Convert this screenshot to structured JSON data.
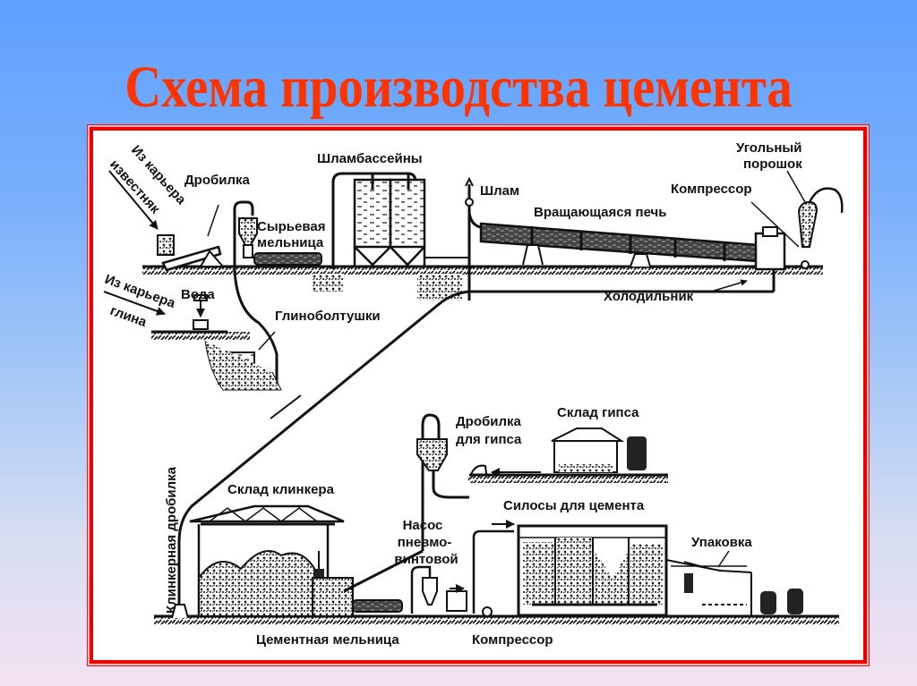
{
  "slide": {
    "title": "Схема производства цемента",
    "title_color": "#ff3300",
    "frame_color": "#ee0000"
  },
  "diagram": {
    "labels": {
      "limestone_quarry_line1": "Из карьера",
      "limestone_quarry_line2": "известняк",
      "crusher": "Дробилка",
      "raw_mill_line1": "Сырьевая",
      "raw_mill_line2": "мельница",
      "slurry_basins": "Шламбассейны",
      "slurry": "Шлам",
      "rotary_kiln": "Вращающаяся печь",
      "coal_powder_line1": "Угольный",
      "coal_powder_line2": "порошок",
      "compressor_top": "Компрессор",
      "water": "Вода",
      "clay_quarry_line1": "Из карьера",
      "clay_quarry_line2": "глина",
      "clay_mixers": "Глиноболтушки",
      "cooler": "Холодильник",
      "gypsum_crusher_line1": "Дробилка",
      "gypsum_crusher_line2": "для гипса",
      "gypsum_store": "Склад гипса",
      "clinker_crusher": "Клинкерная дробилка",
      "clinker_store": "Склад клинкера",
      "cement_silos": "Силосы для цемента",
      "pump_line1": "Насос",
      "pump_line2": "пневмо-",
      "pump_line3": "винтовой",
      "packing": "Упаковка",
      "cement_mill": "Цементная мельница",
      "compressor_bottom": "Компрессор"
    }
  }
}
